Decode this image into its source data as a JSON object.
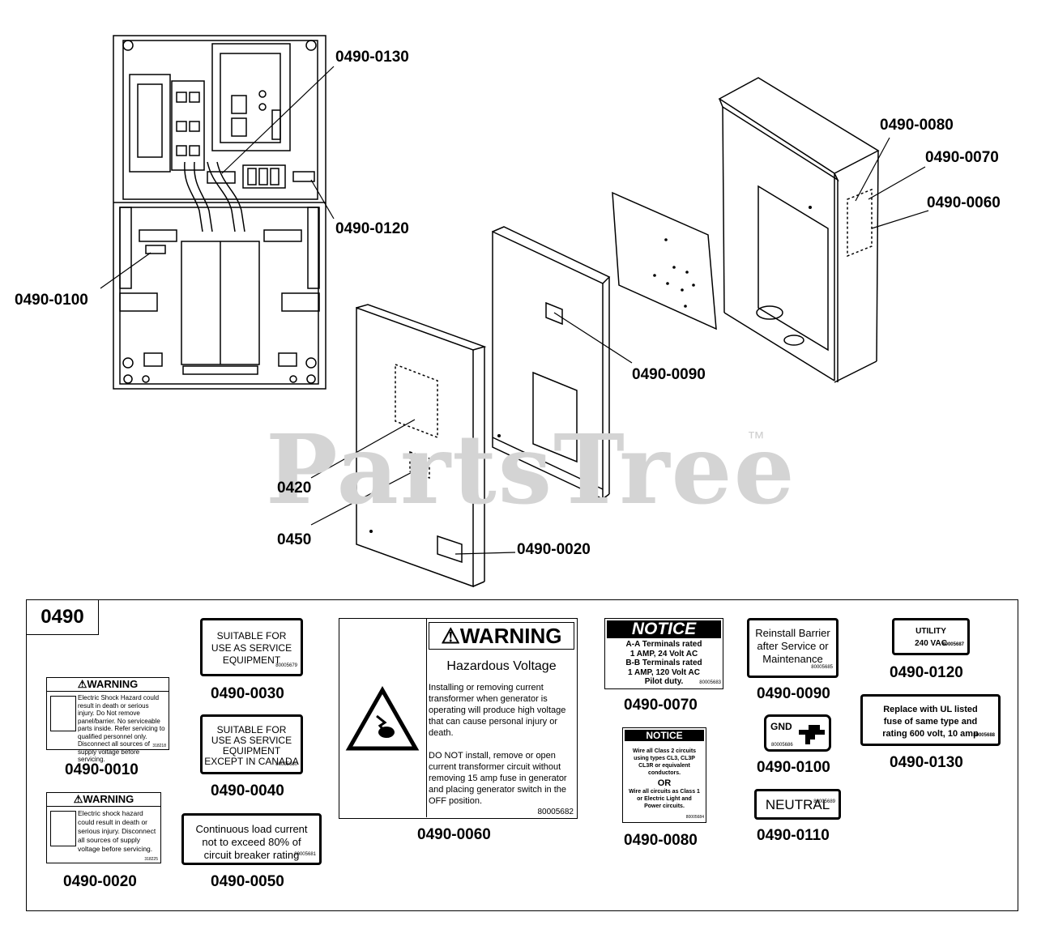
{
  "watermark": {
    "text": "PartsTree",
    "tm": "™"
  },
  "callouts": {
    "c0130": "0490-0130",
    "c0120": "0490-0120",
    "c0100": "0490-0100",
    "c0080": "0490-0080",
    "c0070": "0490-0070",
    "c0060": "0490-0060",
    "c0090": "0490-0090",
    "c0420": "0420",
    "c0450": "0450",
    "c0020": "0490-0020"
  },
  "panel": {
    "tag": "0490",
    "labels": {
      "l0030": {
        "num": "0490-0030",
        "l1": "SUITABLE FOR",
        "l2": "USE AS SERVICE",
        "l3": "EQUIPMENT",
        "code": "80005679"
      },
      "l0040": {
        "num": "0490-0040",
        "l1": "SUITABLE FOR",
        "l2": "USE AS SERVICE",
        "l3": "EQUIPMENT",
        "l4": "EXCEPT IN CANADA",
        "code": "80005680"
      },
      "l0050": {
        "num": "0490-0050",
        "l1": "Continuous load current",
        "l2": "not to exceed 80% of",
        "l3": "circuit breaker rating",
        "code": "80005681"
      },
      "l0010": {
        "num": "0490-0010",
        "header": "WARNING",
        "text": "Electric Shock Hazard could result in death or serious injury. Do Not remove panel/barrier. No serviceable parts inside. Refer servicing to qualified personnel only. Disconnect all sources of supply voltage before servicing.",
        "code": "318218"
      },
      "l0020": {
        "num": "0490-0020",
        "header": "WARNING",
        "text": "Electric shock hazard could result in death or serious injury. Disconnect all sources of supply voltage before servicing.",
        "code": "318225"
      },
      "l0060": {
        "num": "0490-0060",
        "header": "WARNING",
        "title": "Hazardous Voltage",
        "p1": "Installing or removing current transformer when generator is operating will produce high voltage that can cause personal injury or death.",
        "p2": "DO NOT install, remove or open current transformer circuit without removing 15 amp fuse in generator and placing generator switch in the OFF position.",
        "code": "80005682"
      },
      "l0070": {
        "num": "0490-0070",
        "header": "NOTICE",
        "l1": "A-A Terminals rated",
        "l2": "1 AMP, 24 Volt AC",
        "l3": "B-B Terminals rated",
        "l4": "1 AMP, 120 Volt AC",
        "l5": "Pilot duty.",
        "code": "80005683"
      },
      "l0080": {
        "num": "0490-0080",
        "header": "NOTICE",
        "l1": "Wire all Class 2 circuits using types CL3, CL3P CL3R or equivalent conductors.",
        "or": "OR",
        "l2": "Wire all circuits as Class 1 or Electric Light and Power circuits.",
        "code": "80005684"
      },
      "l0090": {
        "num": "0490-0090",
        "l1": "Reinstall Barrier",
        "l2": "after Service or",
        "l3": "Maintenance",
        "code": "80005685"
      },
      "l0100": {
        "num": "0490-0100",
        "text": "GND",
        "code": "80005686"
      },
      "l0110": {
        "num": "0490-0110",
        "text": "NEUTRAL",
        "code": "80005689"
      },
      "l0120": {
        "num": "0490-0120",
        "l1": "UTILITY",
        "l2": "240 VAC",
        "code": "80005687"
      },
      "l0130": {
        "num": "0490-0130",
        "l1": "Replace with UL listed",
        "l2": "fuse of same type and",
        "l3": "rating 600 volt, 10 amp",
        "code": "80005688"
      }
    }
  }
}
